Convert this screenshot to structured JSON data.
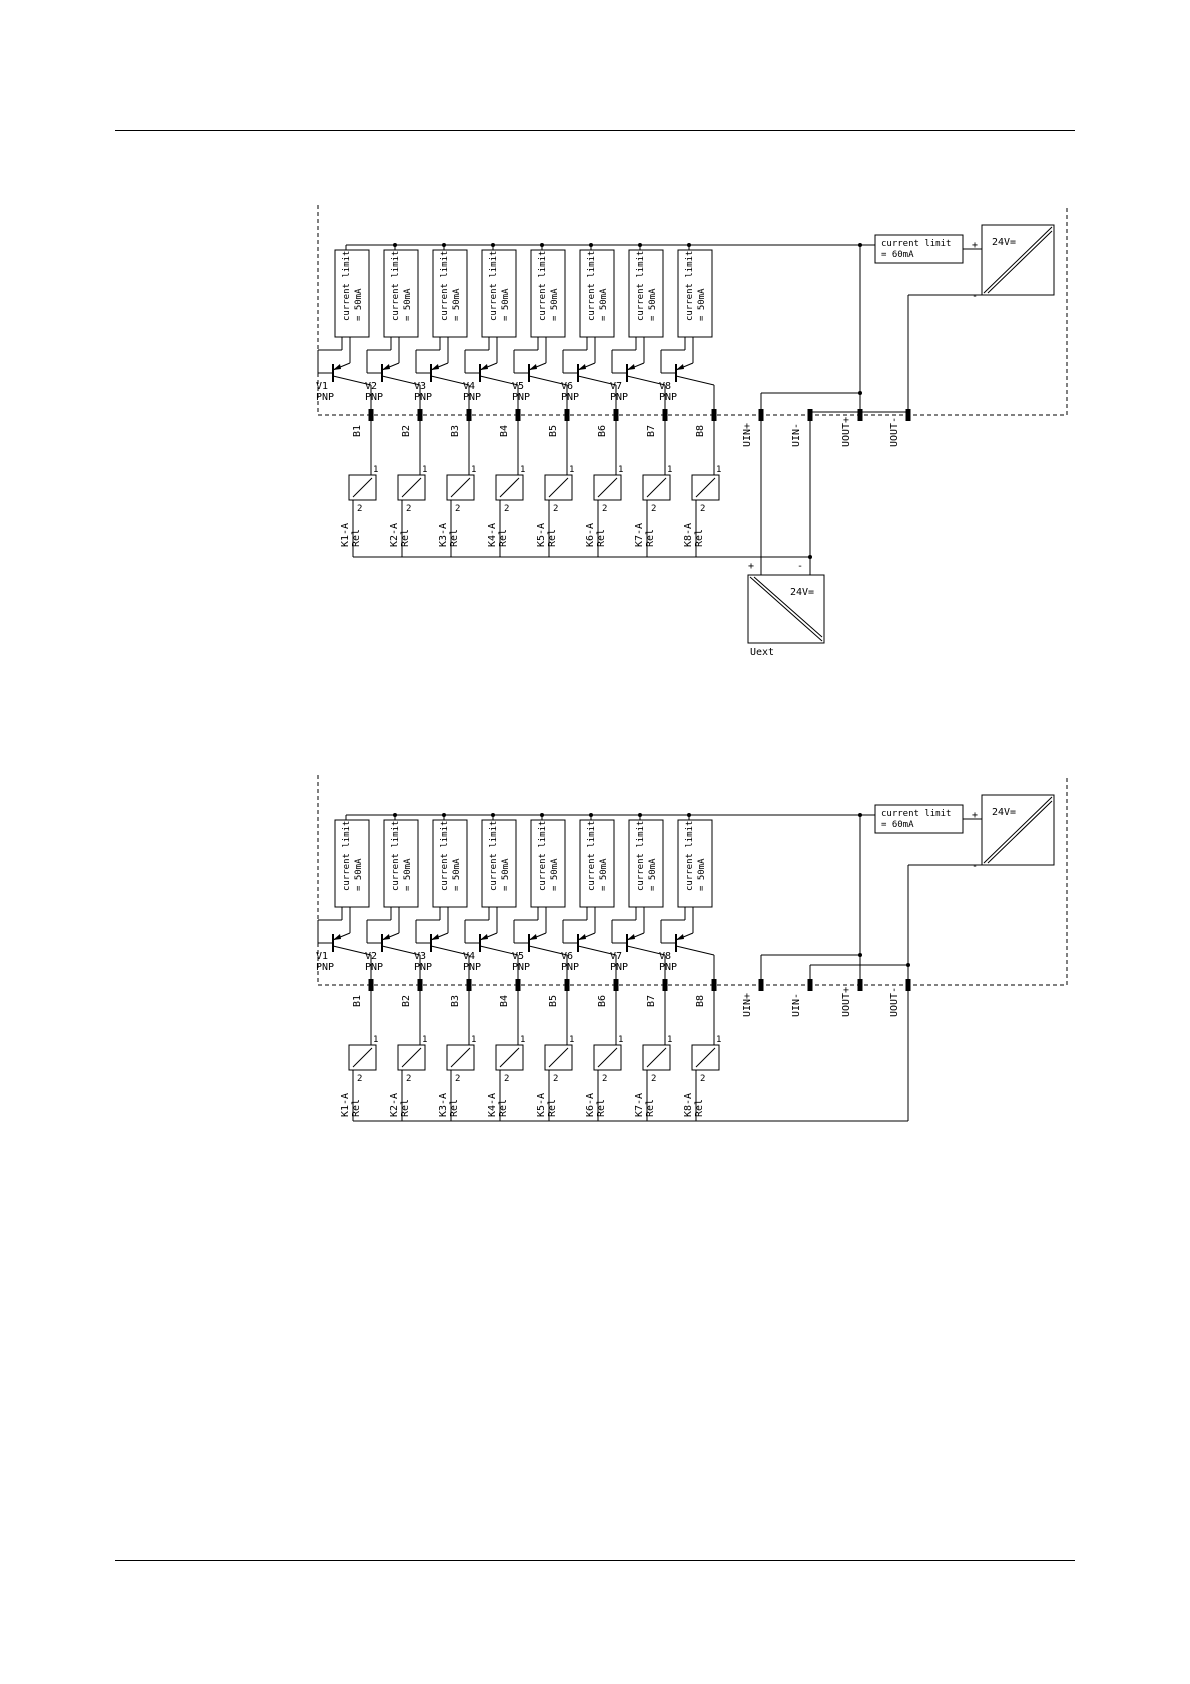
{
  "diagrams": [
    {
      "variant": "external-supply",
      "channels": [
        {
          "transistor": "V1",
          "type": "PNP",
          "current_limit": [
            "current limit",
            "= 50mA"
          ],
          "output": "B1",
          "relay": [
            "K1-A",
            "Rel"
          ],
          "pin_in": "1",
          "pin_out": "2"
        },
        {
          "transistor": "V2",
          "type": "PNP",
          "current_limit": [
            "current limit",
            "= 50mA"
          ],
          "output": "B2",
          "relay": [
            "K2-A",
            "Rel"
          ],
          "pin_in": "1",
          "pin_out": "2"
        },
        {
          "transistor": "V3",
          "type": "PNP",
          "current_limit": [
            "current limit",
            "= 50mA"
          ],
          "output": "B3",
          "relay": [
            "K3-A",
            "Rel"
          ],
          "pin_in": "1",
          "pin_out": "2"
        },
        {
          "transistor": "V4",
          "type": "PNP",
          "current_limit": [
            "current limit",
            "= 50mA"
          ],
          "output": "B4",
          "relay": [
            "K4-A",
            "Rel"
          ],
          "pin_in": "1",
          "pin_out": "2"
        },
        {
          "transistor": "V5",
          "type": "PNP",
          "current_limit": [
            "current limit",
            "= 50mA"
          ],
          "output": "B5",
          "relay": [
            "K5-A",
            "Rel"
          ],
          "pin_in": "1",
          "pin_out": "2"
        },
        {
          "transistor": "V6",
          "type": "PNP",
          "current_limit": [
            "current limit",
            "= 50mA"
          ],
          "output": "B6",
          "relay": [
            "K6-A",
            "Rel"
          ],
          "pin_in": "1",
          "pin_out": "2"
        },
        {
          "transistor": "V7",
          "type": "PNP",
          "current_limit": [
            "current limit",
            "= 50mA"
          ],
          "output": "B7",
          "relay": [
            "K7-A",
            "Rel"
          ],
          "pin_in": "1",
          "pin_out": "2"
        },
        {
          "transistor": "V8",
          "type": "PNP",
          "current_limit": [
            "current limit",
            "= 50mA"
          ],
          "output": "B8",
          "relay": [
            "K8-A",
            "Rel"
          ],
          "pin_in": "1",
          "pin_out": "2"
        }
      ],
      "main_limit": [
        "current limit",
        "= 60mA"
      ],
      "internal_supply": {
        "label": "24V=",
        "plus": "+",
        "minus": "-"
      },
      "terminals": [
        "UIN+",
        "UIN-",
        "UOUT+",
        "UOUT-"
      ],
      "external_supply": {
        "label": "24V=",
        "name": "Uext",
        "plus": "+",
        "minus": "-"
      }
    },
    {
      "variant": "internal-supply",
      "channels": [
        {
          "transistor": "V1",
          "type": "PNP",
          "current_limit": [
            "current limit",
            "= 50mA"
          ],
          "output": "B1",
          "relay": [
            "K1-A",
            "Rel"
          ],
          "pin_in": "1",
          "pin_out": "2"
        },
        {
          "transistor": "V2",
          "type": "PNP",
          "current_limit": [
            "current limit",
            "= 50mA"
          ],
          "output": "B2",
          "relay": [
            "K2-A",
            "Rel"
          ],
          "pin_in": "1",
          "pin_out": "2"
        },
        {
          "transistor": "V3",
          "type": "PNP",
          "current_limit": [
            "current limit",
            "= 50mA"
          ],
          "output": "B3",
          "relay": [
            "K3-A",
            "Rel"
          ],
          "pin_in": "1",
          "pin_out": "2"
        },
        {
          "transistor": "V4",
          "type": "PNP",
          "current_limit": [
            "current limit",
            "= 50mA"
          ],
          "output": "B4",
          "relay": [
            "K4-A",
            "Rel"
          ],
          "pin_in": "1",
          "pin_out": "2"
        },
        {
          "transistor": "V5",
          "type": "PNP",
          "current_limit": [
            "current limit",
            "= 50mA"
          ],
          "output": "B5",
          "relay": [
            "K5-A",
            "Rel"
          ],
          "pin_in": "1",
          "pin_out": "2"
        },
        {
          "transistor": "V6",
          "type": "PNP",
          "current_limit": [
            "current limit",
            "= 50mA"
          ],
          "output": "B6",
          "relay": [
            "K6-A",
            "Rel"
          ],
          "pin_in": "1",
          "pin_out": "2"
        },
        {
          "transistor": "V7",
          "type": "PNP",
          "current_limit": [
            "current limit",
            "= 50mA"
          ],
          "output": "B7",
          "relay": [
            "K7-A",
            "Rel"
          ],
          "pin_in": "1",
          "pin_out": "2"
        },
        {
          "transistor": "V8",
          "type": "PNP",
          "current_limit": [
            "current limit",
            "= 50mA"
          ],
          "output": "B8",
          "relay": [
            "K8-A",
            "Rel"
          ],
          "pin_in": "1",
          "pin_out": "2"
        }
      ],
      "main_limit": [
        "current limit",
        "= 60mA"
      ],
      "internal_supply": {
        "label": "24V=",
        "plus": "+",
        "minus": "-"
      },
      "terminals": [
        "UIN+",
        "UIN-",
        "UOUT+",
        "UOUT-"
      ]
    }
  ]
}
